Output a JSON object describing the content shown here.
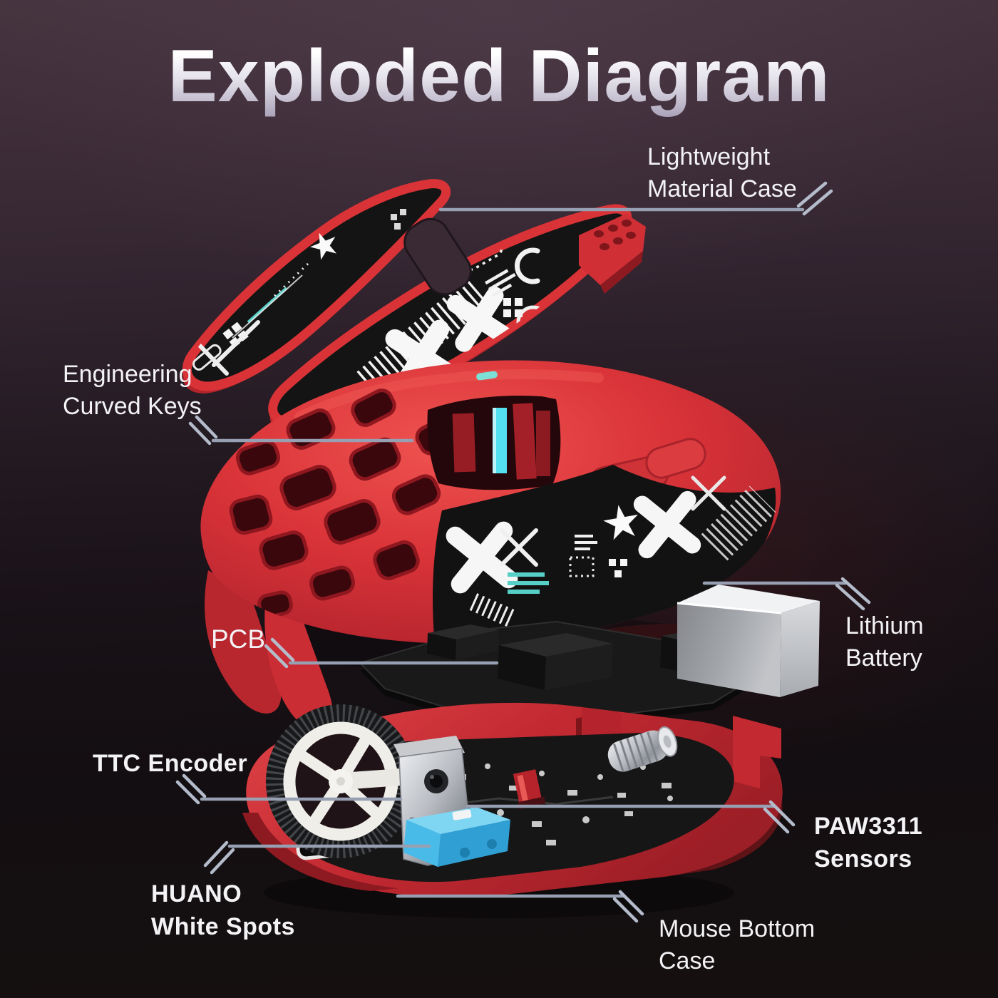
{
  "title": "Exploded Diagram",
  "labels": {
    "lightweight_material_case": {
      "line1": "Lightweight",
      "line2": "Material Case"
    },
    "engineering_curved_keys": {
      "line1": "Engineering",
      "line2": "Curved Keys"
    },
    "pcb": {
      "line1": "PCB",
      "line2": ""
    },
    "lithium_battery": {
      "line1": "Lithium",
      "line2": "Battery"
    },
    "ttc_encoder": {
      "line1": "TTC Encoder",
      "line2": ""
    },
    "paw3311_sensors": {
      "line1": "PAW3311",
      "line2": "Sensors"
    },
    "huano_white_spots": {
      "line1": "HUANO",
      "line2": "White Spots"
    },
    "mouse_bottom_case": {
      "line1": "Mouse Bottom",
      "line2": "Case"
    }
  },
  "colors": {
    "background_top": "#44323d",
    "background_bottom": "#130e10",
    "mouse_red": "#d93338",
    "mouse_red_dark": "#9e1f26",
    "panel_black": "#141414",
    "pattern_white": "#f5f5f5",
    "accent_teal": "#5fd0c8",
    "light_bar_cyan": "#55e0f0",
    "battery_silver": "#aeb1b5",
    "switch_blue": "#49bbe9",
    "wheel_white": "#efeee9",
    "leader_line": "#97a0b2",
    "label_text": "#f3f2f5",
    "title_gradient_top": "#ffffff",
    "title_gradient_bottom": "#a49cb2"
  }
}
